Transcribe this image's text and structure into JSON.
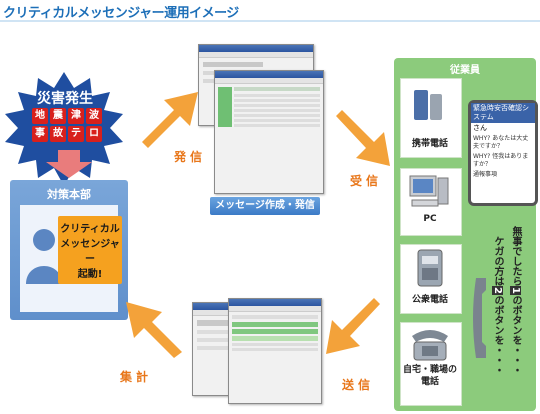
{
  "title": "クリティカルメッセンジャー運用イメージ",
  "disaster": {
    "title": "災害発生",
    "row1": [
      "地",
      "震",
      "津",
      "波"
    ],
    "row2": [
      "事",
      "故",
      "テ",
      "ロ"
    ]
  },
  "hq": {
    "label": "対策本部",
    "box_lines": [
      "クリティカル",
      "メッセンジャー",
      "起動!"
    ]
  },
  "arrows": {
    "send_top": "発信",
    "receive": "受信",
    "send_bottom": "送信",
    "tally": "集計"
  },
  "message_label": "メッセージ作成・発信",
  "employees": {
    "title": "従業員",
    "devices": [
      {
        "label": "携帯電話",
        "icon": "cellphone-icon"
      },
      {
        "label": "PC",
        "icon": "pc-icon"
      },
      {
        "label": "公衆電話",
        "icon": "public-phone-icon"
      },
      {
        "label": "自宅・職場の電話",
        "icon": "desk-phone-icon"
      }
    ],
    "phone_screen": {
      "header": "緊急時安否確認システム",
      "greeting": "さん",
      "q1": "WHY? あなたは大丈夫ですか？",
      "q2": "WHY? 怪我はありますか？",
      "q3": "通報事項"
    },
    "vertical_msg": {
      "line1_a": "無事でしたら",
      "line1_num": "1",
      "line1_b": "のボタンを・・・",
      "line2_a": "ケガの方は",
      "line2_num": "2",
      "line2_b": "のボタンを・・・"
    }
  },
  "colors": {
    "accent": "#e8771b",
    "hq_blue": "#6b98d1",
    "panel_green": "#8ccb7c",
    "badge_red": "#d8201c"
  }
}
